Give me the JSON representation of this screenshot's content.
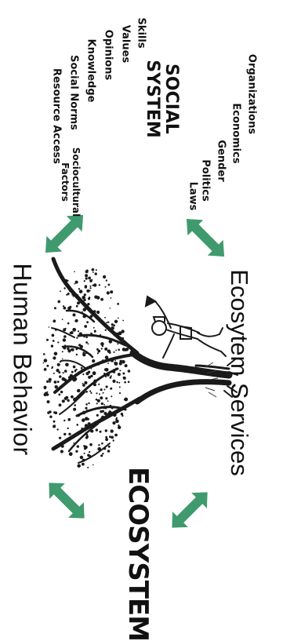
{
  "labels": {
    "ecosystem": "ECOSYSTEM",
    "human_behavior": "Human Behavior",
    "ecosystem_services": "Ecosytem Services",
    "social_system_line1": "SOCIAL",
    "social_system_line2": "SYSTEM"
  },
  "social_factors_left": [
    "Skills",
    "Values",
    "Opinions",
    "Knowledge",
    "Social Norms",
    "Resource Access"
  ],
  "sociocultural_factors": {
    "line1": "Sociocultural",
    "line2": "Factors"
  },
  "social_factors_right": [
    "Laws",
    "Politics",
    "Gender",
    "Economics",
    "Organizations"
  ],
  "colors": {
    "arrow": "#3f9a6e",
    "ink": "#111111",
    "background": "#ffffff"
  },
  "icons": [
    "tree-illustration",
    "woodcutter-illustration",
    "double-arrow-icon"
  ]
}
